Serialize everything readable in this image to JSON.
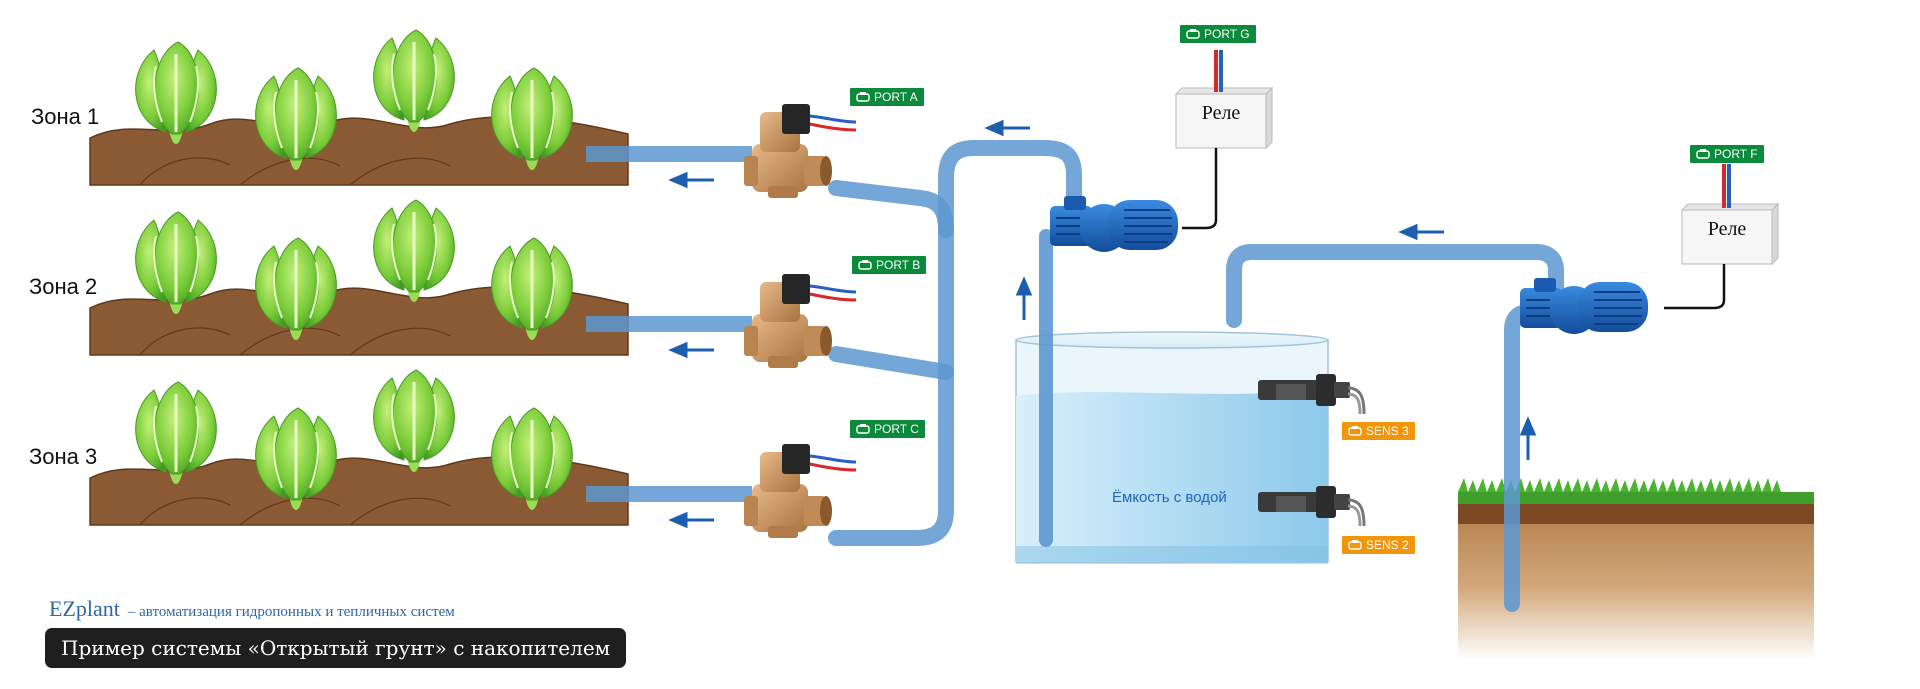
{
  "zones": [
    {
      "label": "Зона 1"
    },
    {
      "label": "Зона 2"
    },
    {
      "label": "Зона 3"
    }
  ],
  "valve_ports": [
    {
      "label": "PORT A"
    },
    {
      "label": "PORT B"
    },
    {
      "label": "PORT C"
    }
  ],
  "relays": [
    {
      "label": "Реле",
      "port": "PORT G"
    },
    {
      "label": "Реле",
      "port": "PORT F"
    }
  ],
  "tank": {
    "label": "Ёмкость с водой"
  },
  "sensors": [
    {
      "label": "SENS 3"
    },
    {
      "label": "SENS 2"
    }
  ],
  "brand": {
    "name": "EZplant",
    "tagline": "– автоматизация гидропонных и тепличных систем"
  },
  "caption": "Пример системы «Открытый грунт» с накопителем",
  "colors": {
    "pipe": "#5c98d0",
    "soil": "#8a5a34",
    "port_badge": "#0a8a3a",
    "sensor_badge": "#f0960c",
    "pump": "#1b64c0",
    "valve": "#c8955e",
    "water": "#bfe3f5",
    "caption_bg": "#1f1f1f",
    "brand": "#2d67a8"
  }
}
